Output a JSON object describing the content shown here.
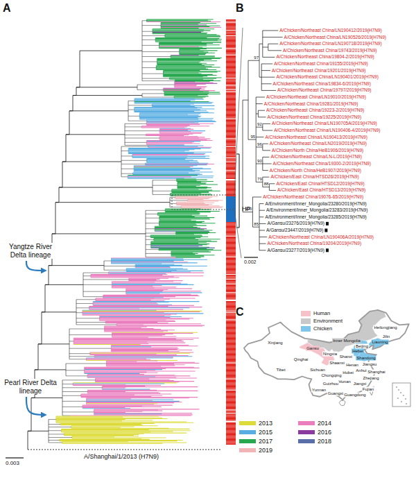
{
  "diagram": {
    "labels": [
      "A",
      "Yangtze River Delta lineage",
      "Pearl River Delta lineage",
      "0.003",
      "A/Shanghai/1/2013 (H7N9)",
      "HP",
      "B",
      "A/Chicken/Northeast China/LN190412/2019(H7N9)",
      "A/Chicken/Northeast China/LN190526/2019(H7N9)",
      "A/Chicken/Northeast China/LN190718/2019(H7N9)",
      "A/Chicken/Northeast China/19743/2019(H7N9)",
      "A/Chicken/Northeast China/19804-2/2019(H7N9)",
      "A/Chicken/Northeast China/19155/2019(H7N9)",
      "A/Chicken/Northeast China/19201/2019(H7N9)",
      "A/Chicken/Northeast China/LN190401/2019(H7N9)",
      "A/Chicken/Northeast China/19834-6/2019(H7N9)",
      "A/Chicken/Northeast China/19797/2019(H7N9)",
      "A/Chicken/Northeast China/LN19010/2019(H7N9)",
      "A/Chicken/Northeast China/19281/2019(H7N9)",
      "A/Chicken/Northeast China/19223-2/2019(H7N9)",
      "A/Chicken/Northeast China/19225/2019(H7N9)",
      "A/Chicken/Northeast China/LN190705A/2019(H7N9)",
      "A/Chicken/Northeast China/LN190406-4/2019(H7N9)",
      "A/Chicken/Northeast China/LN190413/2019(H7N9)",
      "A/Chicken/Northeast China/LN2019/2019(H7N9)",
      "A/Chicken/North China/HeB1906/2019(H7N9)",
      "A/Chicken/Northeast China/LN-L/2019(H7N9)",
      "A/Chicken/Northeast China/19300-2/2019(H7N9)",
      "A/Chicken/North China/HeB1907/2019(H7N9)",
      "A/Chicken/East China/HTSD26/2019(H7N9)",
      "A/Chicken/East China/HTSD12/2019(H7N9)",
      "A/Chicken/East China/HTSD13/2019(H7N9)",
      "A/Chicken/Northeast China/19076-65/2019(H7N9)",
      "A/Environment/Inner_Mongolia/23280/2019(H7N9)",
      "A/Environment/Inner_Mongolia/23283/2019(H7N9)",
      "A/Environment/Inner_Mongolia/23285/2019(H7N9)",
      "A/Gansu/23276/2019(H7N9)",
      "A/Gansu/23447/2019(H7N9)",
      "A/Chicken/Northeast China/LN190406A/2019(H7N9)",
      "A/Chicken/Northeast China/19204/2019(H7N9)",
      "A/Gansu/23277/2019(H7N9)",
      "97",
      "95",
      "92",
      "96",
      "90",
      "79",
      "88",
      "100",
      "85",
      "0.002",
      "C",
      "Heilongjiang",
      "Jilin",
      "Inner Mongolia",
      "Liaoning",
      "Xinjiang",
      "Beijing",
      "Gansu",
      "Hebei",
      "Ningxia",
      "Shanxi",
      "Shandong",
      "Qinghai",
      "Shaanxi",
      "Henan",
      "Jiangsu",
      "Tibet",
      "Sichuan",
      "Anhui",
      "Hubei",
      "Shanghai",
      "Chongqing",
      "Zhejiang",
      "Hunan",
      "Jiangxi",
      "Guizhou",
      "Fujian",
      "Yunnan",
      "Guangxi",
      "Guangdong"
    ],
    "legend": [
      {
        "text": "Human",
        "color": "#f5c2c9"
      },
      {
        "text": "Environment",
        "color": "#c9c9c9"
      },
      {
        "text": "Chicken",
        "color": "#7fc6ea"
      },
      {
        "text": "2013",
        "color": "#dcdb3a"
      },
      {
        "text": "2014",
        "color": "#ea7dbd"
      },
      {
        "text": "2015",
        "color": "#58aee3"
      },
      {
        "text": "2016",
        "color": "#8b3a9e"
      },
      {
        "text": "2017",
        "color": "#27a84f"
      },
      {
        "text": "2018",
        "color": "#5a6ea8"
      },
      {
        "text": "2019",
        "color": "#f2b5b7"
      }
    ]
  }
}
